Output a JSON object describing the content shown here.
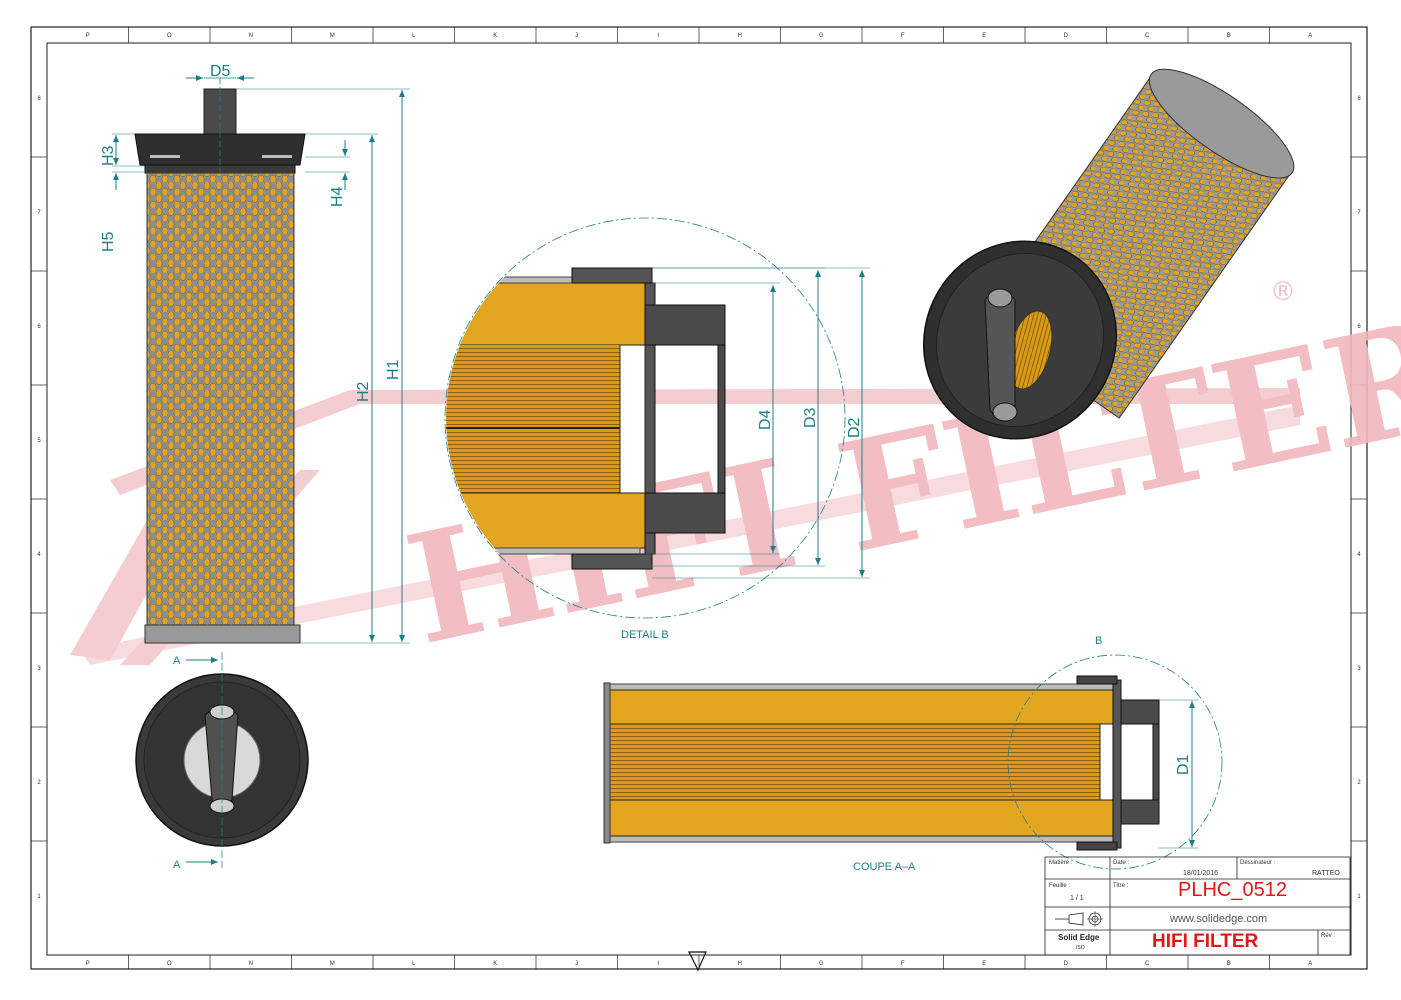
{
  "drawing": {
    "zones_top": [
      "P",
      "O",
      "N",
      "M",
      "L",
      "K",
      "J",
      "I",
      "H",
      "G",
      "F",
      "E",
      "D",
      "C",
      "B",
      "A"
    ],
    "zones_bottom": [
      "P",
      "O",
      "N",
      "M",
      "L",
      "K",
      "J",
      "I",
      "H",
      "G",
      "F",
      "E",
      "D",
      "C",
      "B",
      "A"
    ],
    "zones_left": [
      "8",
      "7",
      "6",
      "5",
      "4",
      "3",
      "2",
      "1"
    ],
    "zones_right": [
      "8",
      "7",
      "6",
      "5",
      "4",
      "3",
      "2",
      "1"
    ],
    "watermark": "HIFI FILTER",
    "watermark_mark": "®"
  },
  "dimensions": {
    "d5": "D5",
    "h3": "H3",
    "h4": "H4",
    "h5": "H5",
    "h1": "H1",
    "h2": "H2",
    "d4": "D4",
    "d3": "D3",
    "d2": "D2",
    "d1": "D1"
  },
  "labels": {
    "detail_caption": "DETAIL B",
    "section_caption": "COUPE A–A",
    "detail_marker": "B",
    "section_marker_top": "A",
    "section_marker_bottom": "A"
  },
  "title_block": {
    "matiere_label": "Matière :",
    "date_label": "Date :",
    "date_value": "18/01/2016",
    "drawer_label": "Dessinateur :",
    "drawer_value": "RATTEO",
    "feuille_label": "Feuille :",
    "feuille_value": "1 / 1",
    "titre_label": "Titre :",
    "title": "PLHC_0512",
    "website": "www.solidedge.com",
    "software": "Solid Edge",
    "software_sub": "ISO",
    "brand": "HIFI FILTER",
    "rev_label": "Rév :"
  },
  "colors": {
    "frame": "#222222",
    "dimension": "#1d7f86",
    "filter_yellow": "#e3a520",
    "cap_dark": "#2e2e2e",
    "watermark": "#e8283a",
    "brand_red": "#e01818"
  }
}
